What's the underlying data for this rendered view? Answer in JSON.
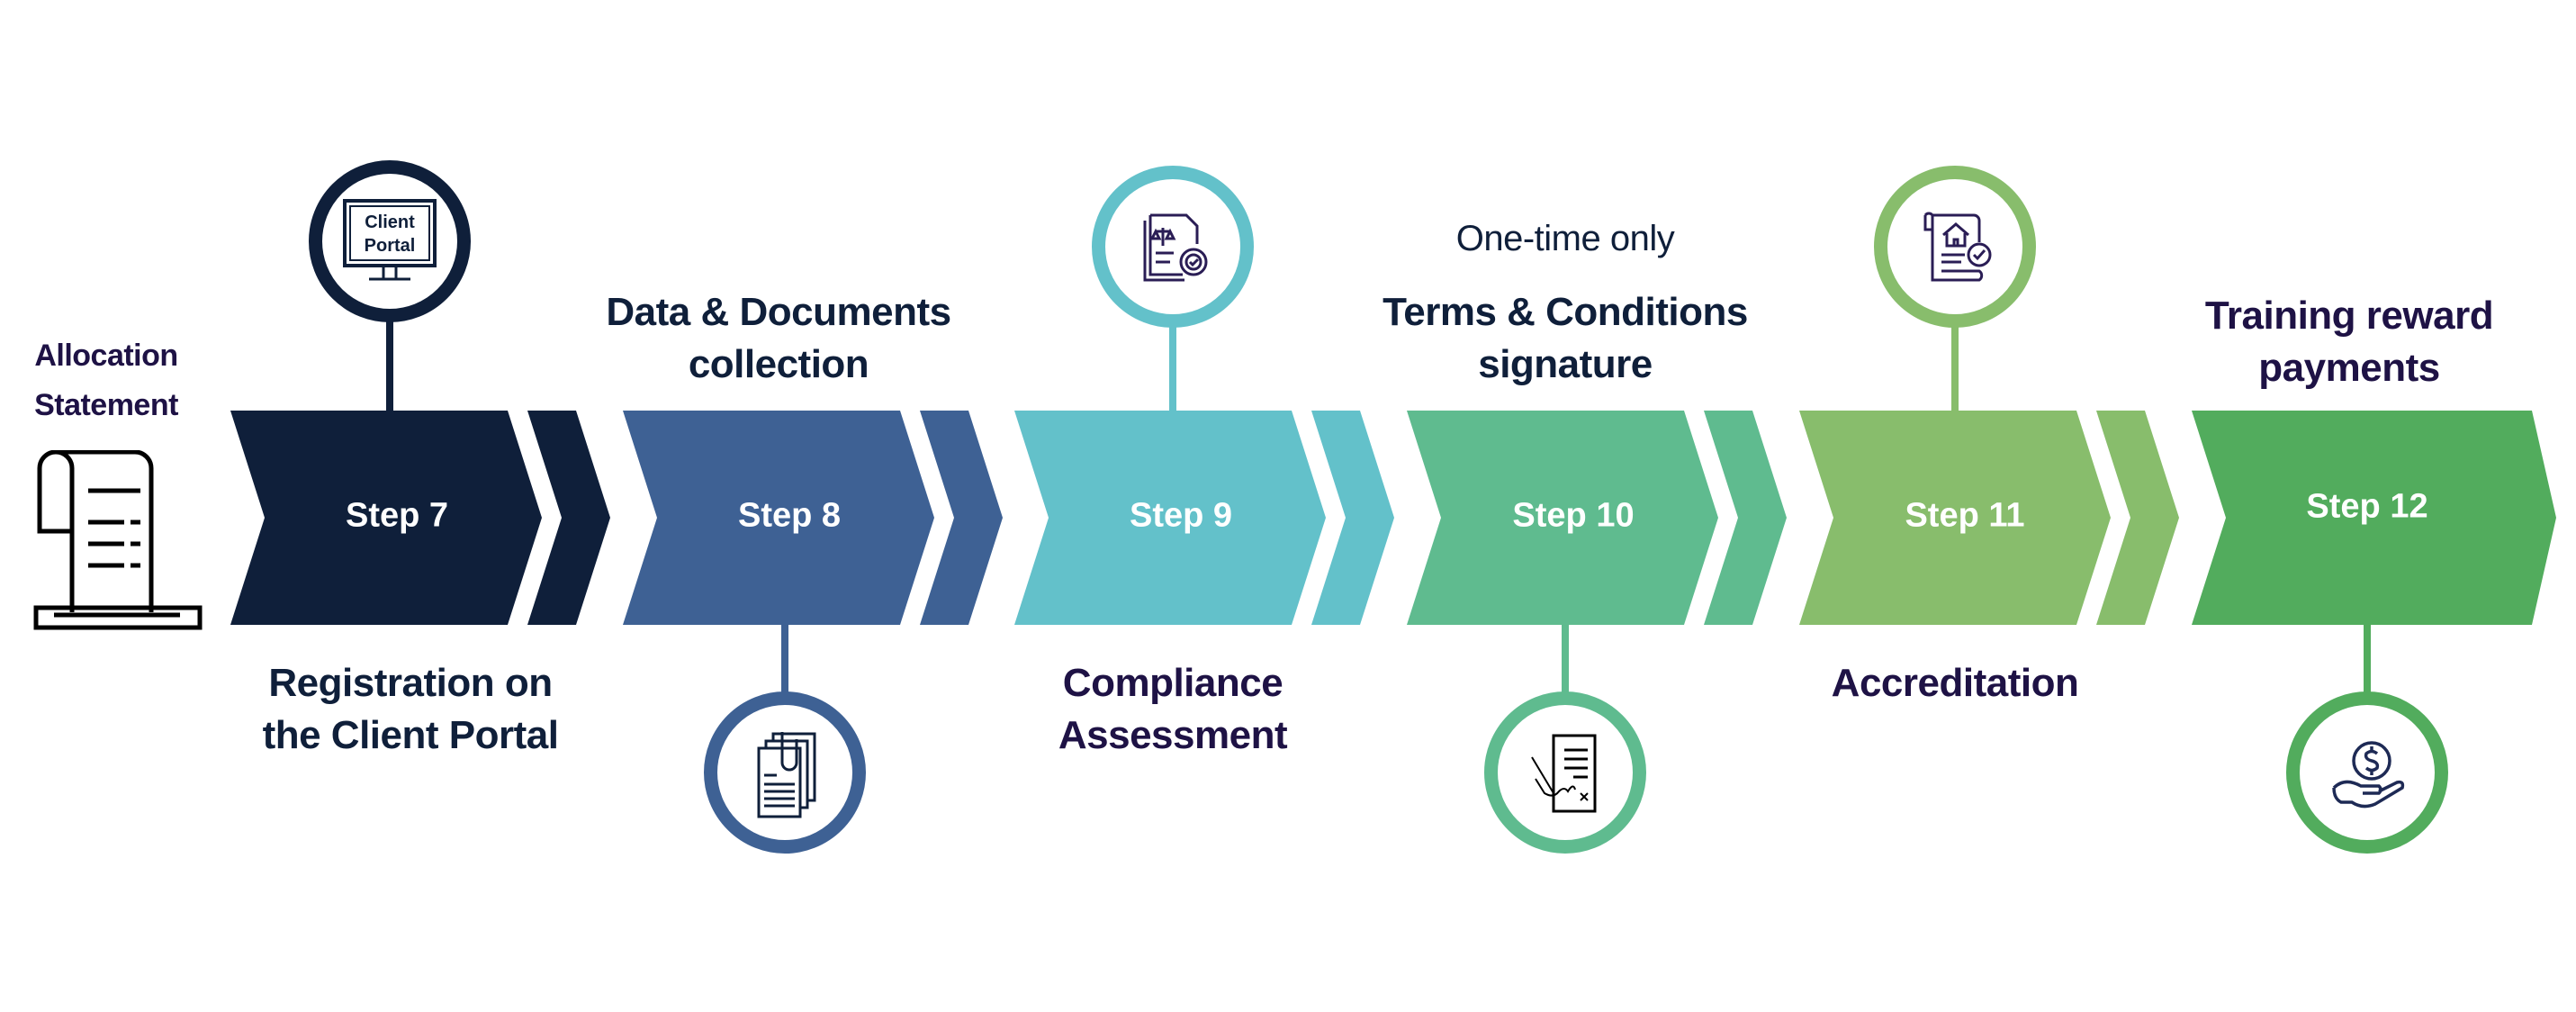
{
  "intro": {
    "lines": [
      "Allocation",
      "Statement"
    ],
    "icon": "receipt-scroll-icon"
  },
  "steps": [
    {
      "label": "Step 7",
      "title": [
        "Registration on",
        "the Client Portal"
      ],
      "color": "#0f1f3a",
      "icon": "client-portal-monitor-icon",
      "icon_text": [
        "Client",
        "Portal"
      ]
    },
    {
      "label": "Step 8",
      "title": [
        "Data & Documents",
        "collection"
      ],
      "color": "#3e6194",
      "icon": "documents-stack-icon"
    },
    {
      "label": "Step 9",
      "title": [
        "Compliance",
        "Assessment"
      ],
      "color": "#63c1ca",
      "icon": "compliance-document-gear-icon"
    },
    {
      "label": "Step 10",
      "note": "One-time only",
      "title": [
        "Terms & Conditions",
        "signature"
      ],
      "color": "#5fbb8f",
      "icon": "signature-document-icon"
    },
    {
      "label": "Step 11",
      "title": [
        "Accreditation"
      ],
      "color": "#88bd6c",
      "icon": "certificate-house-icon"
    },
    {
      "label": "Step 12",
      "title": [
        "Training reward",
        "payments"
      ],
      "color": "#52ac5d",
      "icon": "hand-coin-icon"
    }
  ]
}
